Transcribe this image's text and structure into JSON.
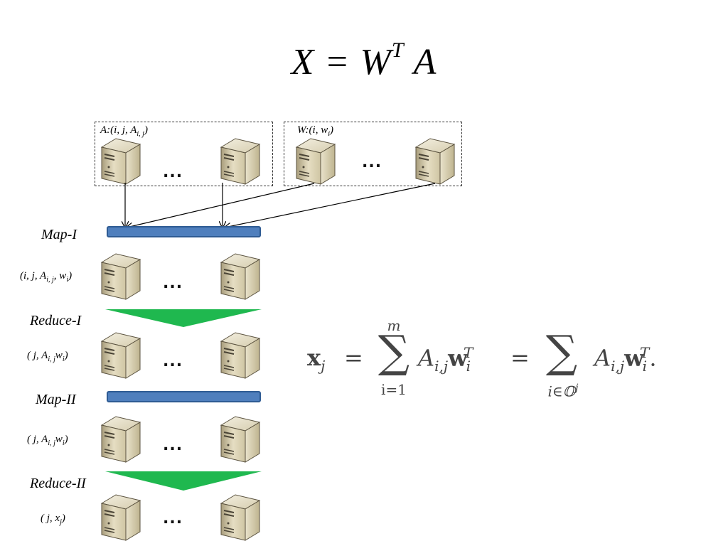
{
  "title": {
    "lhs": "X",
    "eq": "=",
    "w": "W",
    "sup": "T",
    "a": "A"
  },
  "inputs": {
    "a_label": {
      "name": "A",
      "tuple": ":(i, j, A",
      "sub": "i, j",
      "close": ")"
    },
    "w_label": {
      "name": "W",
      "tuple": ":(i, w",
      "sub": "i",
      "close": ")"
    }
  },
  "ellipsis": "...",
  "stages": {
    "map1": "Map-I",
    "reduce1": "Reduce-I",
    "map2": "Map-II",
    "reduce2": "Reduce-II"
  },
  "tuples": {
    "t1": {
      "pre": "(i, j, A",
      "sub": "i, j",
      "post": ", w",
      "sub2": "i",
      "close": ")"
    },
    "t2": {
      "pre": "( j, A",
      "sub": "i, j",
      "post": "w",
      "sub2": "i",
      "close": ")"
    },
    "t3": {
      "pre": "( j, A",
      "sub": "i, j",
      "post": "w",
      "sub2": "i",
      "close": ")"
    },
    "t4": {
      "pre": "( j, x",
      "sub": "j",
      "close": ")"
    }
  },
  "formula": {
    "lhs": "x",
    "lhs_sub": "j",
    "eq": "=",
    "sum_top": "m",
    "sum_bottom": "i=1",
    "sigma": "∑",
    "term": "A",
    "term_sub": "i,j",
    "w": "w",
    "w_sub": "i",
    "w_sup": "T",
    "sum2_bottom": "i∈𝕆",
    "sum2_bottom_sup": "j",
    "end": "."
  },
  "colors": {
    "map_bar": "#4f7fbd",
    "reduce_triangle": "#1fb84f",
    "server_body": "#d8cfae"
  }
}
